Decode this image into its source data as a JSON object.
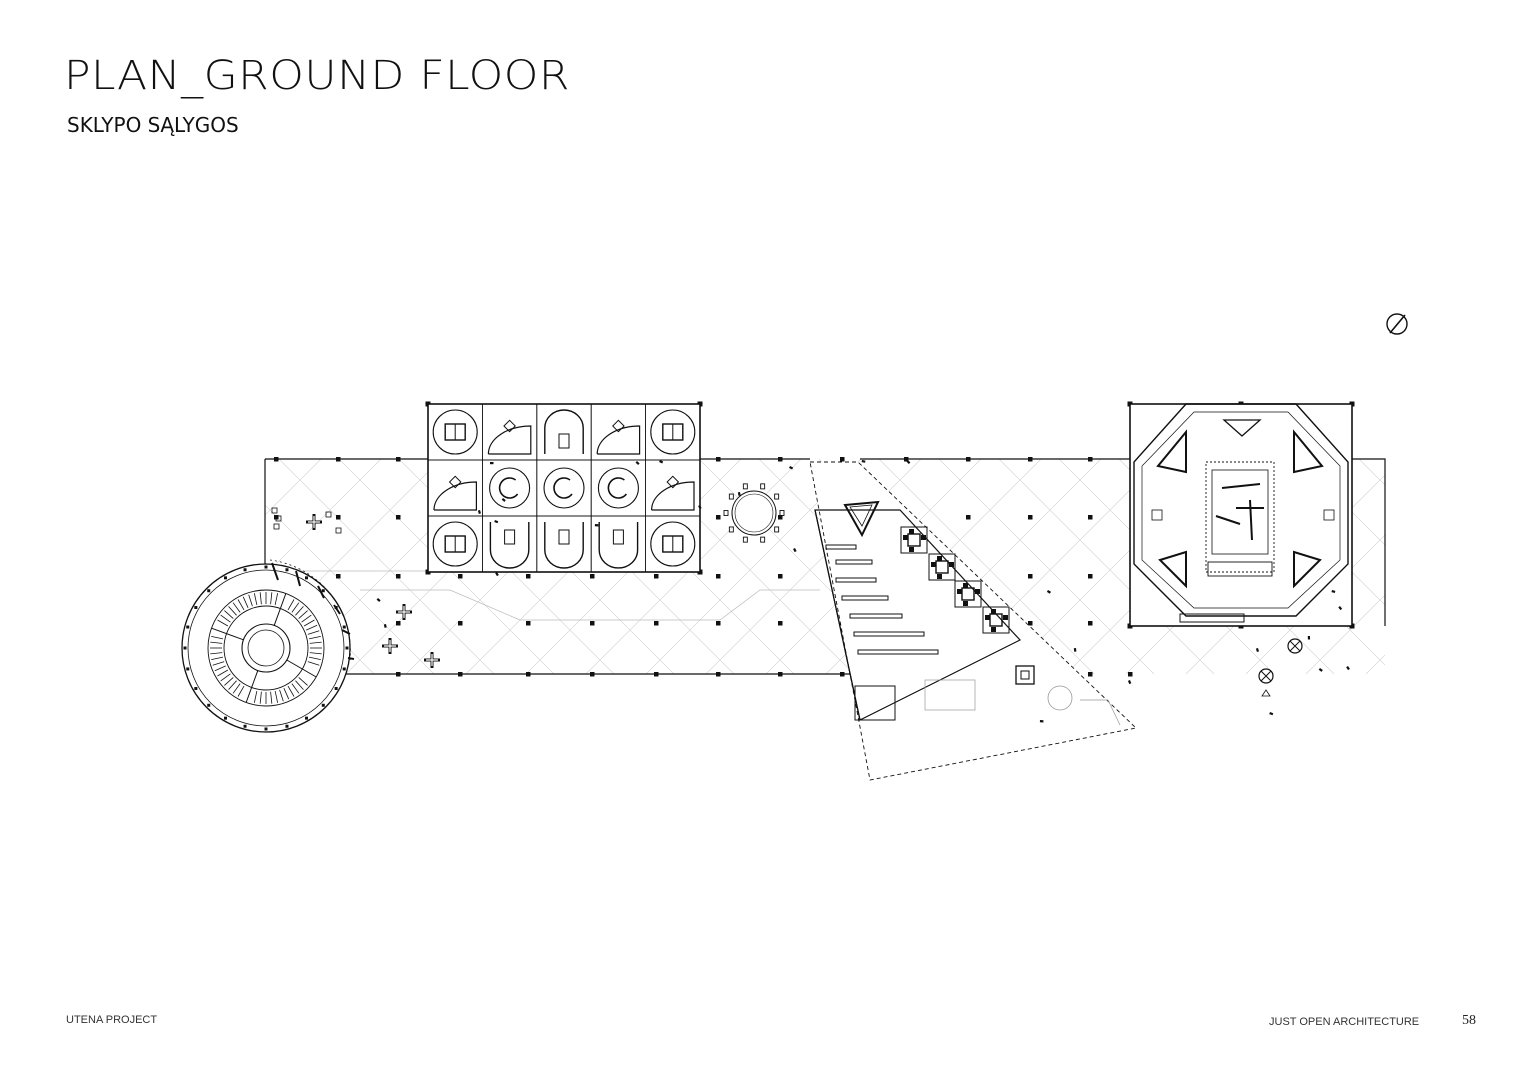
{
  "header": {
    "title": "PLAN_GROUND FLOOR",
    "subtitle": "SKLYPO SĄLYGOS"
  },
  "footer": {
    "project": "UTENA PROJECT",
    "firm": "JUST OPEN ARCHITECTURE",
    "page_number": "58"
  },
  "icons": {
    "north": "north-arrow-icon"
  },
  "colors": {
    "ink": "#111111",
    "thin_line": "#9a9a9a",
    "background": "#ffffff"
  }
}
